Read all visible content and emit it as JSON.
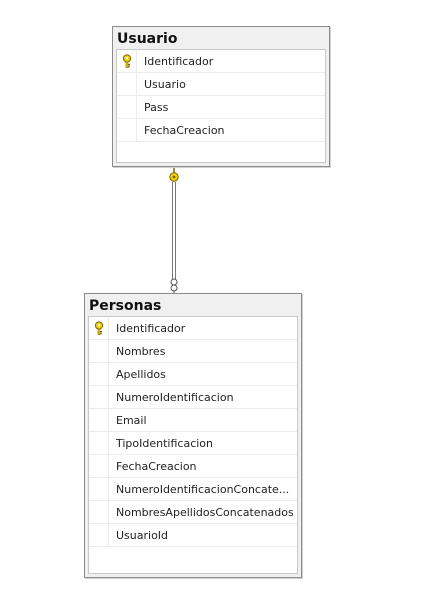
{
  "diagram": {
    "tables": [
      {
        "title": "Usuario",
        "columns": [
          {
            "name": "Identificador",
            "primary_key": true
          },
          {
            "name": "Usuario",
            "primary_key": false
          },
          {
            "name": "Pass",
            "primary_key": false
          },
          {
            "name": "FechaCreacion",
            "primary_key": false
          }
        ]
      },
      {
        "title": "Personas",
        "columns": [
          {
            "name": "Identificador",
            "primary_key": true
          },
          {
            "name": "Nombres",
            "primary_key": false
          },
          {
            "name": "Apellidos",
            "primary_key": false
          },
          {
            "name": "NumeroIdentificacion",
            "primary_key": false
          },
          {
            "name": "Email",
            "primary_key": false
          },
          {
            "name": "TipoIdentificacion",
            "primary_key": false
          },
          {
            "name": "FechaCreacion",
            "primary_key": false
          },
          {
            "name": "NumeroIdentificacionConcate...",
            "primary_key": false
          },
          {
            "name": "NombresApellidosConcatenados",
            "primary_key": false
          },
          {
            "name": "UsuarioId",
            "primary_key": false
          }
        ]
      }
    ],
    "relationship": {
      "from_table": "Usuario",
      "to_table": "Personas",
      "from_end": "one",
      "to_end": "many"
    },
    "colors": {
      "key": "#f0d000",
      "key_outline": "#7a6400",
      "line": "#7a7a7a"
    },
    "icons": {
      "primary_key": "key-icon"
    }
  }
}
